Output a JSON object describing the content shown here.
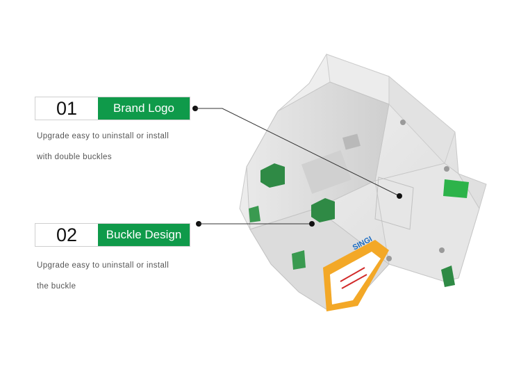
{
  "accent_color": "#0f9a4a",
  "features": [
    {
      "number": "01",
      "title": "Brand Logo",
      "desc_line1": "Upgrade  easy to uninstall or install",
      "desc_line2": "with double buckles"
    },
    {
      "number": "02",
      "title": "Buckle Design",
      "desc_line1": "Upgrade easy to uninstall or install",
      "desc_line2": "the buckle"
    }
  ],
  "product": {
    "brand": "SINGI"
  }
}
